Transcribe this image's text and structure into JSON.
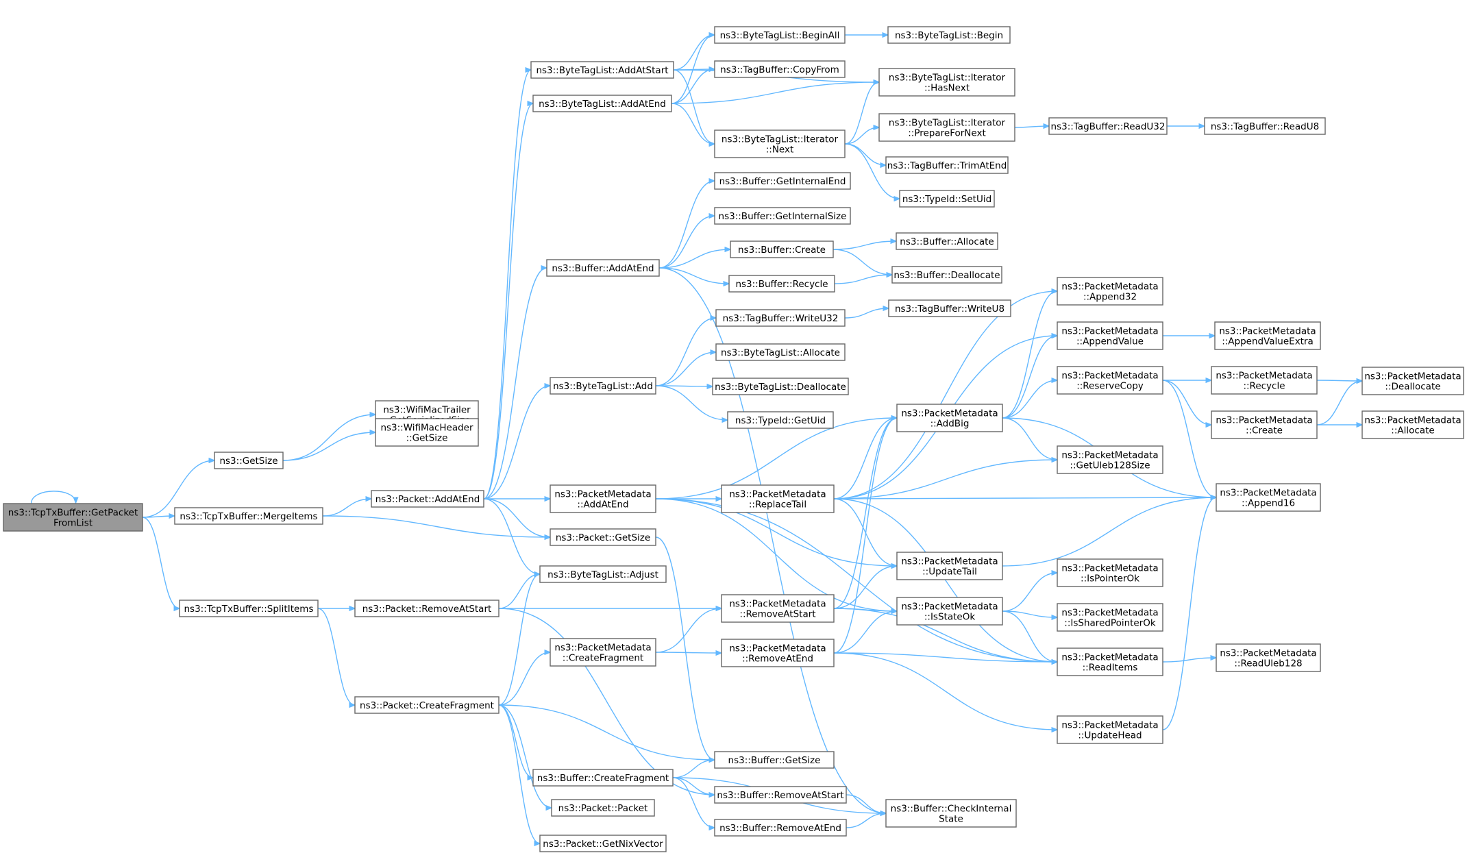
{
  "colors": {
    "edge": "#63b8ff",
    "node_border": "#666666",
    "root_fill": "#999999",
    "node_fill": "#ffffff"
  },
  "nodes": {
    "root": [
      "ns3::TcpTxBuffer::GetPacket",
      "FromList"
    ],
    "getsize": [
      "ns3::GetSize"
    ],
    "mergeitems": [
      "ns3::TcpTxBuffer::MergeItems"
    ],
    "splititems": [
      "ns3::TcpTxBuffer::SplitItems"
    ],
    "wifitrailer": [
      "ns3::WifiMacTrailer",
      "::GetSerializedSize"
    ],
    "wifiheader": [
      "ns3::WifiMacHeader",
      "::GetSize"
    ],
    "pkt_addatend": [
      "ns3::Packet::AddAtEnd"
    ],
    "pkt_removeatstart": [
      "ns3::Packet::RemoveAtStart"
    ],
    "pkt_createfragment": [
      "ns3::Packet::CreateFragment"
    ],
    "btl_addatstart": [
      "ns3::ByteTagList::AddAtStart"
    ],
    "btl_addatend": [
      "ns3::ByteTagList::AddAtEnd"
    ],
    "buf_addatend": [
      "ns3::Buffer::AddAtEnd"
    ],
    "btl_add": [
      "ns3::ByteTagList::Add"
    ],
    "pm_addatend": [
      "ns3::PacketMetadata",
      "::AddAtEnd"
    ],
    "pkt_getsize": [
      "ns3::Packet::GetSize"
    ],
    "btl_adjust": [
      "ns3::ByteTagList::Adjust"
    ],
    "pm_createfragment": [
      "ns3::PacketMetadata",
      "::CreateFragment"
    ],
    "buf_createfragment": [
      "ns3::Buffer::CreateFragment"
    ],
    "pkt_packet": [
      "ns3::Packet::Packet"
    ],
    "pkt_getnixvector": [
      "ns3::Packet::GetNixVector"
    ],
    "btl_beginall": [
      "ns3::ByteTagList::BeginAll"
    ],
    "tb_copyfrom": [
      "ns3::TagBuffer::CopyFrom"
    ],
    "btl_iter_next": [
      "ns3::ByteTagList::Iterator",
      "::Next"
    ],
    "buf_getinternalend": [
      "ns3::Buffer::GetInternalEnd"
    ],
    "buf_getinternalsize": [
      "ns3::Buffer::GetInternalSize"
    ],
    "buf_create": [
      "ns3::Buffer::Create"
    ],
    "buf_recycle": [
      "ns3::Buffer::Recycle"
    ],
    "tb_writeu32": [
      "ns3::TagBuffer::WriteU32"
    ],
    "btl_allocate": [
      "ns3::ByteTagList::Allocate"
    ],
    "btl_deallocate": [
      "ns3::ByteTagList::Deallocate"
    ],
    "typeid_getuid": [
      "ns3::TypeId::GetUid"
    ],
    "pm_replacetail": [
      "ns3::PacketMetadata",
      "::ReplaceTail"
    ],
    "pm_removeatstart": [
      "ns3::PacketMetadata",
      "::RemoveAtStart"
    ],
    "pm_removeatend": [
      "ns3::PacketMetadata",
      "::RemoveAtEnd"
    ],
    "buf_getsize": [
      "ns3::Buffer::GetSize"
    ],
    "buf_removeatstart": [
      "ns3::Buffer::RemoveAtStart"
    ],
    "buf_removeatend": [
      "ns3::Buffer::RemoveAtEnd"
    ],
    "btl_begin": [
      "ns3::ByteTagList::Begin"
    ],
    "btl_iter_hasnext": [
      "ns3::ByteTagList::Iterator",
      "::HasNext"
    ],
    "btl_iter_prepare": [
      "ns3::ByteTagList::Iterator",
      "::PrepareForNext"
    ],
    "tb_trimatend": [
      "ns3::TagBuffer::TrimAtEnd"
    ],
    "typeid_setuid": [
      "ns3::TypeId::SetUid"
    ],
    "buf_allocate": [
      "ns3::Buffer::Allocate"
    ],
    "buf_deallocate": [
      "ns3::Buffer::Deallocate"
    ],
    "tb_writeu8": [
      "ns3::TagBuffer::WriteU8"
    ],
    "pm_addbig": [
      "ns3::PacketMetadata",
      "::AddBig"
    ],
    "pm_updatetail": [
      "ns3::PacketMetadata",
      "::UpdateTail"
    ],
    "pm_isstateok": [
      "ns3::PacketMetadata",
      "::IsStateOk"
    ],
    "buf_checkinternal": [
      "ns3::Buffer::CheckInternal",
      "State"
    ],
    "tb_readu32": [
      "ns3::TagBuffer::ReadU32"
    ],
    "pm_append32": [
      "ns3::PacketMetadata",
      "::Append32"
    ],
    "pm_appendvalue": [
      "ns3::PacketMetadata",
      "::AppendValue"
    ],
    "pm_reservecopy": [
      "ns3::PacketMetadata",
      "::ReserveCopy"
    ],
    "pm_getuleb128size": [
      "ns3::PacketMetadata",
      "::GetUleb128Size"
    ],
    "pm_ispointerok": [
      "ns3::PacketMetadata",
      "::IsPointerOk"
    ],
    "pm_issharedpointerok": [
      "ns3::PacketMetadata",
      "::IsSharedPointerOk"
    ],
    "pm_readitems": [
      "ns3::PacketMetadata",
      "::ReadItems"
    ],
    "pm_updatehead": [
      "ns3::PacketMetadata",
      "::UpdateHead"
    ],
    "tb_readu8": [
      "ns3::TagBuffer::ReadU8"
    ],
    "pm_appendvalueextra": [
      "ns3::PacketMetadata",
      "::AppendValueExtra"
    ],
    "pm_recycle": [
      "ns3::PacketMetadata",
      "::Recycle"
    ],
    "pm_create": [
      "ns3::PacketMetadata",
      "::Create"
    ],
    "pm_append16": [
      "ns3::PacketMetadata",
      "::Append16"
    ],
    "pm_readuleb128": [
      "ns3::PacketMetadata",
      "::ReadUleb128"
    ],
    "pm_deallocate": [
      "ns3::PacketMetadata",
      "::Deallocate"
    ],
    "pm_allocate": [
      "ns3::PacketMetadata",
      "::Allocate"
    ]
  },
  "edges": [
    [
      "root",
      "root"
    ],
    [
      "root",
      "getsize"
    ],
    [
      "root",
      "mergeitems"
    ],
    [
      "root",
      "splititems"
    ],
    [
      "getsize",
      "wifitrailer"
    ],
    [
      "getsize",
      "wifiheader"
    ],
    [
      "mergeitems",
      "pkt_addatend"
    ],
    [
      "mergeitems",
      "pkt_getsize"
    ],
    [
      "splititems",
      "pkt_removeatstart"
    ],
    [
      "splititems",
      "pkt_createfragment"
    ],
    [
      "pkt_addatend",
      "btl_addatstart"
    ],
    [
      "pkt_addatend",
      "btl_addatend"
    ],
    [
      "pkt_addatend",
      "buf_addatend"
    ],
    [
      "pkt_addatend",
      "btl_add"
    ],
    [
      "pkt_addatend",
      "pm_addatend"
    ],
    [
      "pkt_addatend",
      "pkt_getsize"
    ],
    [
      "pkt_addatend",
      "btl_adjust"
    ],
    [
      "pkt_removeatstart",
      "btl_adjust"
    ],
    [
      "pkt_removeatstart",
      "pm_removeatstart"
    ],
    [
      "pkt_removeatstart",
      "buf_removeatstart"
    ],
    [
      "pkt_createfragment",
      "btl_adjust"
    ],
    [
      "pkt_createfragment",
      "pm_createfragment"
    ],
    [
      "pkt_createfragment",
      "buf_getsize"
    ],
    [
      "pkt_createfragment",
      "buf_createfragment"
    ],
    [
      "pkt_createfragment",
      "pkt_packet"
    ],
    [
      "pkt_createfragment",
      "pkt_getnixvector"
    ],
    [
      "btl_addatstart",
      "btl_beginall"
    ],
    [
      "btl_addatstart",
      "tb_copyfrom"
    ],
    [
      "btl_addatstart",
      "btl_iter_hasnext"
    ],
    [
      "btl_addatstart",
      "btl_iter_next"
    ],
    [
      "btl_addatend",
      "btl_beginall"
    ],
    [
      "btl_addatend",
      "tb_copyfrom"
    ],
    [
      "btl_addatend",
      "btl_iter_hasnext"
    ],
    [
      "btl_addatend",
      "btl_iter_next"
    ],
    [
      "btl_beginall",
      "btl_begin"
    ],
    [
      "btl_iter_next",
      "btl_iter_hasnext"
    ],
    [
      "btl_iter_next",
      "btl_iter_prepare"
    ],
    [
      "btl_iter_next",
      "tb_trimatend"
    ],
    [
      "btl_iter_next",
      "typeid_setuid"
    ],
    [
      "btl_iter_prepare",
      "tb_readu32"
    ],
    [
      "tb_readu32",
      "tb_readu8"
    ],
    [
      "buf_addatend",
      "buf_getinternalend"
    ],
    [
      "buf_addatend",
      "buf_getinternalsize"
    ],
    [
      "buf_addatend",
      "buf_create"
    ],
    [
      "buf_addatend",
      "buf_recycle"
    ],
    [
      "buf_addatend",
      "buf_checkinternal"
    ],
    [
      "buf_create",
      "buf_allocate"
    ],
    [
      "buf_create",
      "buf_deallocate"
    ],
    [
      "buf_recycle",
      "buf_deallocate"
    ],
    [
      "btl_add",
      "tb_writeu32"
    ],
    [
      "btl_add",
      "btl_allocate"
    ],
    [
      "btl_add",
      "btl_deallocate"
    ],
    [
      "btl_add",
      "typeid_getuid"
    ],
    [
      "tb_writeu32",
      "tb_writeu8"
    ],
    [
      "pm_addatend",
      "pm_addbig"
    ],
    [
      "pm_addatend",
      "pm_replacetail"
    ],
    [
      "pm_addatend",
      "pm_updatetail"
    ],
    [
      "pm_addatend",
      "pm_isstateok"
    ],
    [
      "pm_addatend",
      "pm_readitems"
    ],
    [
      "pkt_getsize",
      "buf_getsize"
    ],
    [
      "pm_createfragment",
      "pm_removeatstart"
    ],
    [
      "pm_createfragment",
      "pm_removeatend"
    ],
    [
      "buf_createfragment",
      "buf_getsize"
    ],
    [
      "buf_createfragment",
      "buf_removeatstart"
    ],
    [
      "buf_createfragment",
      "buf_removeatend"
    ],
    [
      "buf_createfragment",
      "buf_checkinternal"
    ],
    [
      "buf_removeatstart",
      "buf_checkinternal"
    ],
    [
      "buf_removeatend",
      "buf_checkinternal"
    ],
    [
      "pm_replacetail",
      "pm_append32"
    ],
    [
      "pm_replacetail",
      "pm_appendvalue"
    ],
    [
      "pm_replacetail",
      "pm_addbig"
    ],
    [
      "pm_replacetail",
      "pm_getuleb128size"
    ],
    [
      "pm_replacetail",
      "pm_append16"
    ],
    [
      "pm_replacetail",
      "pm_updatetail"
    ],
    [
      "pm_replacetail",
      "pm_readitems"
    ],
    [
      "pm_removeatstart",
      "pm_addbig"
    ],
    [
      "pm_removeatstart",
      "pm_updatetail"
    ],
    [
      "pm_removeatstart",
      "pm_isstateok"
    ],
    [
      "pm_removeatstart",
      "pm_readitems"
    ],
    [
      "pm_removeatend",
      "pm_addbig"
    ],
    [
      "pm_removeatend",
      "pm_isstateok"
    ],
    [
      "pm_removeatend",
      "pm_readitems"
    ],
    [
      "pm_removeatend",
      "pm_updatehead"
    ],
    [
      "pm_addbig",
      "pm_append32"
    ],
    [
      "pm_addbig",
      "pm_appendvalue"
    ],
    [
      "pm_addbig",
      "pm_reservecopy"
    ],
    [
      "pm_addbig",
      "pm_getuleb128size"
    ],
    [
      "pm_addbig",
      "pm_append16"
    ],
    [
      "pm_updatetail",
      "pm_append16"
    ],
    [
      "pm_isstateok",
      "pm_ispointerok"
    ],
    [
      "pm_isstateok",
      "pm_issharedpointerok"
    ],
    [
      "pm_isstateok",
      "pm_readitems"
    ],
    [
      "pm_appendvalue",
      "pm_appendvalueextra"
    ],
    [
      "pm_reservecopy",
      "pm_recycle"
    ],
    [
      "pm_reservecopy",
      "pm_create"
    ],
    [
      "pm_reservecopy",
      "pm_append16"
    ],
    [
      "pm_readitems",
      "pm_readuleb128"
    ],
    [
      "pm_updatehead",
      "pm_append16"
    ],
    [
      "pm_recycle",
      "pm_deallocate"
    ],
    [
      "pm_create",
      "pm_deallocate"
    ],
    [
      "pm_create",
      "pm_allocate"
    ]
  ]
}
